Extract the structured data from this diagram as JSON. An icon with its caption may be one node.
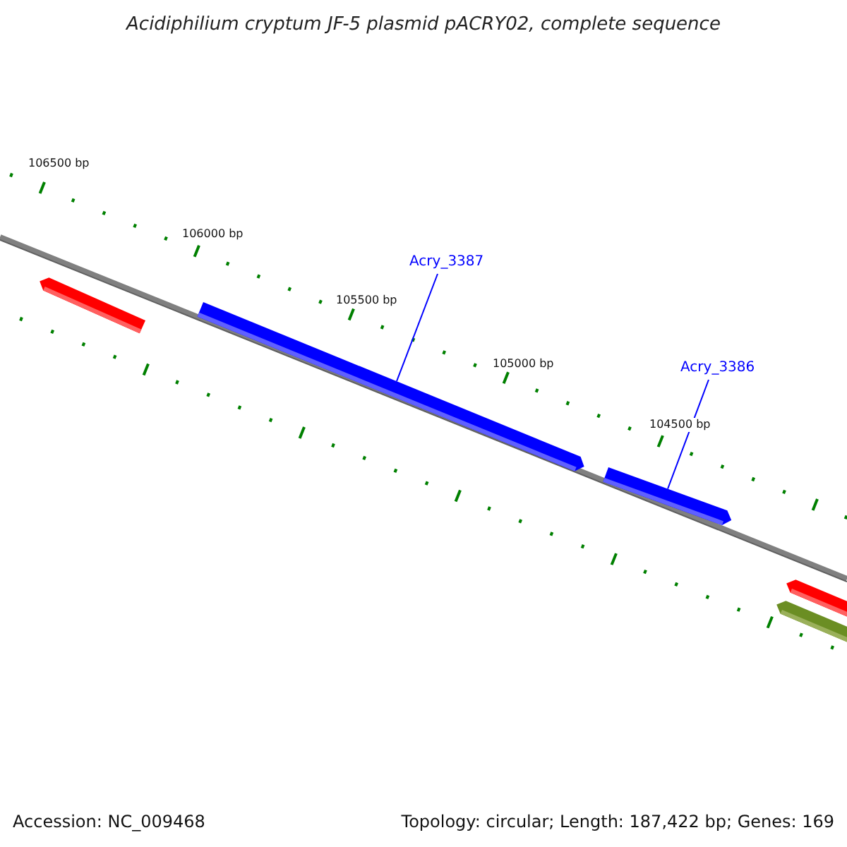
{
  "diagram": {
    "title": "Acidiphilium cryptum JF-5 plasmid pACRY02, complete sequence",
    "nodes": [
      {
        "text": [
          "Acry_3387"
        ]
      },
      {
        "text": [],
        "shape": "bar"
      },
      {
        "text": [
          "Acry_3386"
        ]
      },
      {
        "text": [],
        "shape": "bar"
      }
    ],
    "edges": [
      {
        "from": 0,
        "to": 1,
        "arrow": "none"
      },
      {
        "from": 2,
        "to": 3,
        "arrow": "none"
      }
    ],
    "labels": [
      "106500 bp",
      "106000 bp",
      "105500 bp",
      "105000 bp",
      "104500 bp",
      "Accession: NC_009468",
      "Topology: circular; Length: 187,422 bp; Genes: 169"
    ]
  }
}
